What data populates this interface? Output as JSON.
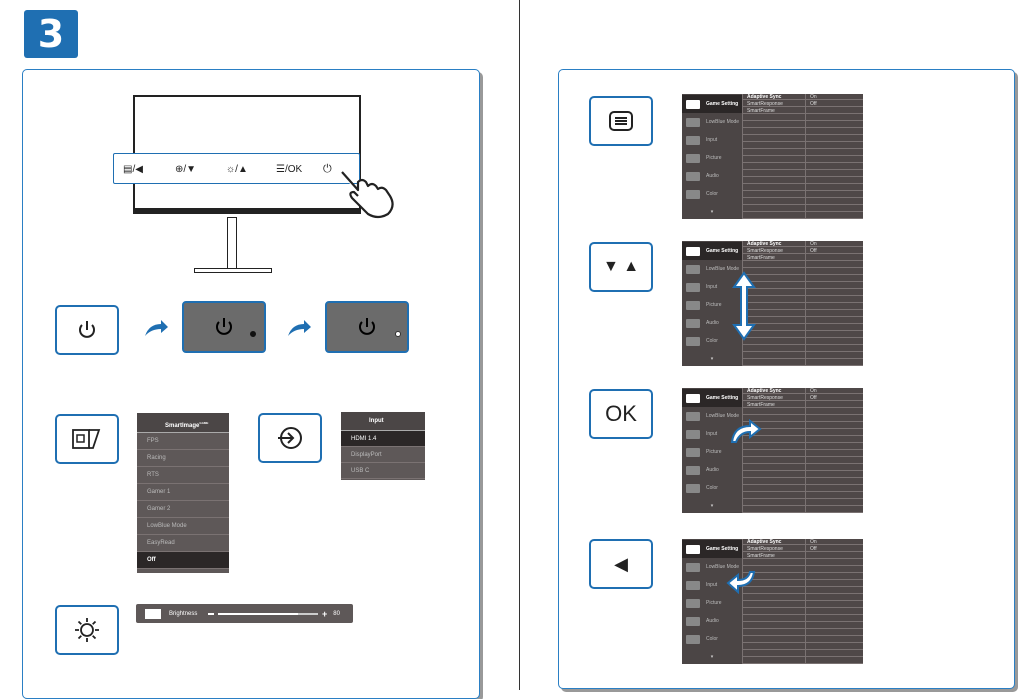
{
  "step_number": "3",
  "monitor": {
    "buttons": [
      "▤/◀",
      "⊕/▼",
      "☼/▲",
      "☰/OK",
      "⏻"
    ]
  },
  "smartimage": {
    "title": "SmartImage",
    "tm": "GAME",
    "items": [
      "FPS",
      "Racing",
      "RTS",
      "Gamer 1",
      "Gamer 2",
      "LowBlue Mode",
      "EasyRead",
      "Off"
    ]
  },
  "input_menu": {
    "title": "Input",
    "items": [
      "HDMI 1.4",
      "DisplayPort",
      "USB C"
    ]
  },
  "brightness": {
    "label": "Brightness",
    "value": "80",
    "level_percent": 80
  },
  "osd": {
    "categories": [
      "Game Setting",
      "LowBlue Mode",
      "Input",
      "Picture",
      "Audio",
      "Color"
    ],
    "sub_items": [
      "Adaptive Sync",
      "SmartResponse",
      "SmartFrame"
    ],
    "sub_values": [
      "On",
      "Off"
    ]
  },
  "right_buttons": {
    "menu": "☰",
    "updown": "▼ ▲",
    "ok": "OK",
    "back": "◀"
  }
}
